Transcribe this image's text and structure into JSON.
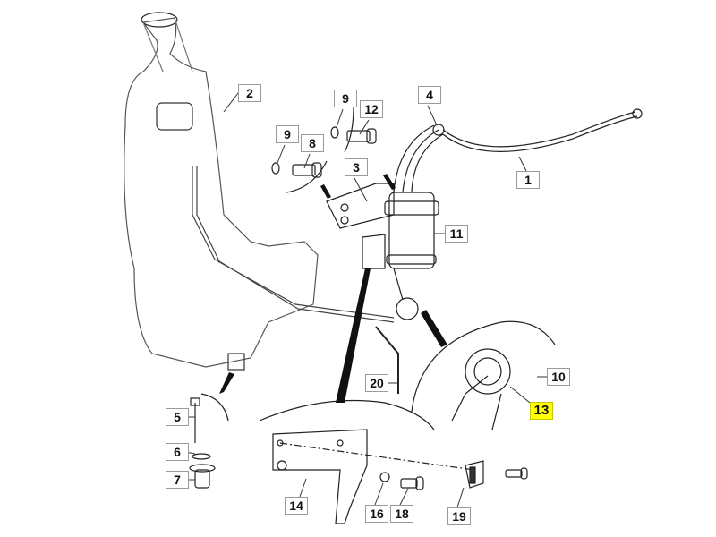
{
  "diagram": {
    "callouts": [
      {
        "id": "c2",
        "label": "2"
      },
      {
        "id": "c9a",
        "label": "9"
      },
      {
        "id": "c12",
        "label": "12"
      },
      {
        "id": "c4",
        "label": "4"
      },
      {
        "id": "c9b",
        "label": "9"
      },
      {
        "id": "c8",
        "label": "8"
      },
      {
        "id": "c3",
        "label": "3"
      },
      {
        "id": "c1",
        "label": "1"
      },
      {
        "id": "c11",
        "label": "11"
      },
      {
        "id": "c10",
        "label": "10"
      },
      {
        "id": "c13",
        "label": "13",
        "highlighted": true
      },
      {
        "id": "c20",
        "label": "20"
      },
      {
        "id": "c5",
        "label": "5"
      },
      {
        "id": "c6",
        "label": "6"
      },
      {
        "id": "c7",
        "label": "7"
      },
      {
        "id": "c14",
        "label": "14"
      },
      {
        "id": "c16",
        "label": "16"
      },
      {
        "id": "c18",
        "label": "18"
      },
      {
        "id": "c19",
        "label": "19"
      }
    ],
    "highlight_color": "#ffff00",
    "line_color": "#222222"
  }
}
